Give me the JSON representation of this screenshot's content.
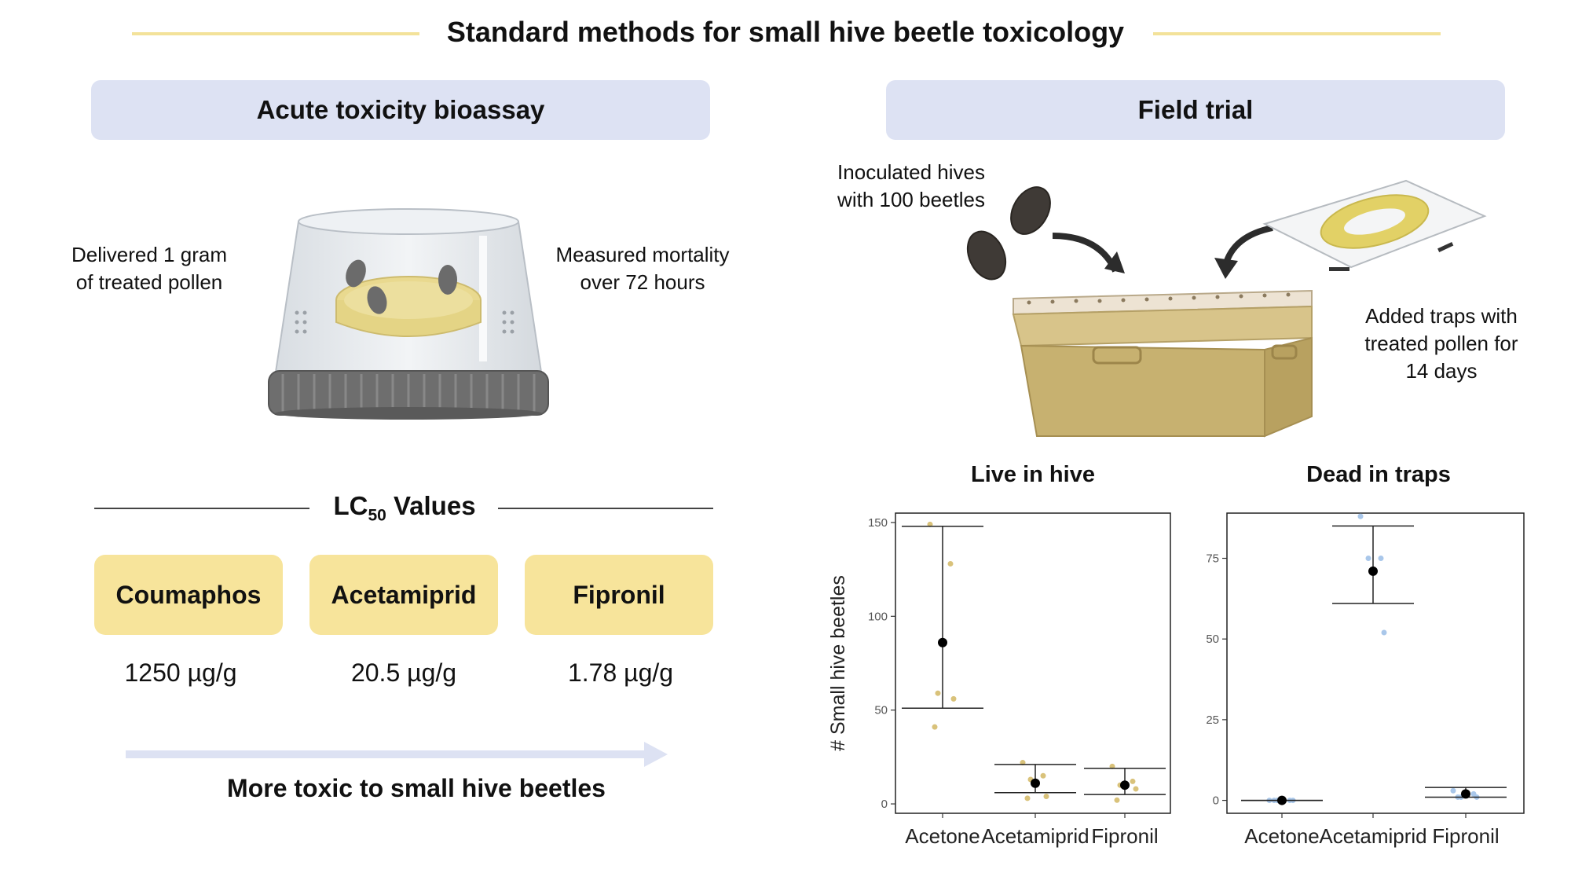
{
  "title": "Standard methods for small hive beetle toxicology",
  "left": {
    "header": "Acute toxicity bioassay",
    "caption_left": [
      "Delivered 1 gram",
      "of treated pollen"
    ],
    "caption_right": [
      "Measured mortality",
      "over 72 hours"
    ],
    "lc_title_main": "LC",
    "lc_title_sub": "50",
    "lc_title_suffix": " Values",
    "compounds": [
      {
        "name": "Coumaphos",
        "value": "1250 µg/g"
      },
      {
        "name": "Acetamiprid",
        "value": "20.5 µg/g"
      },
      {
        "name": "Fipronil",
        "value": "1.78 µg/g"
      }
    ],
    "arrow_label": "More toxic to small hive beetles"
  },
  "right": {
    "header": "Field trial",
    "caption_beetles": [
      "Inoculated hives",
      "with 100 beetles"
    ],
    "caption_traps": [
      "Added traps with",
      "treated pollen for",
      "14 days"
    ]
  },
  "colors": {
    "accent_line": "#f3e29a",
    "section_box": "#dde2f3",
    "compound_box": "#f7e49b",
    "live_points": "#d9c27a",
    "dead_points": "#a9c7ea"
  },
  "chart_data": [
    {
      "type": "scatter",
      "title": "Live in hive",
      "ylabel": "# Small hive beetles",
      "categories": [
        "Acetone",
        "Acetamiprid",
        "Fipronil"
      ],
      "ylim": [
        -5,
        155
      ],
      "yticks": [
        0,
        50,
        100,
        150
      ],
      "grid": false,
      "means": [
        86,
        11,
        10
      ],
      "ci_low": [
        51,
        6,
        5
      ],
      "ci_high": [
        148,
        21,
        19
      ],
      "points": [
        [
          149,
          128,
          59,
          56,
          41
        ],
        [
          22,
          15,
          13,
          4,
          3
        ],
        [
          20,
          12,
          10,
          8,
          2
        ]
      ]
    },
    {
      "type": "scatter",
      "title": "Dead in traps",
      "ylabel": "",
      "categories": [
        "Acetone",
        "Acetamiprid",
        "Fipronil"
      ],
      "ylim": [
        -4,
        89
      ],
      "yticks": [
        0,
        25,
        50,
        75
      ],
      "grid": false,
      "means": [
        0,
        71,
        2
      ],
      "ci_low": [
        0,
        61,
        1
      ],
      "ci_high": [
        0,
        85,
        4
      ],
      "points": [
        [
          0,
          0,
          0,
          0,
          0
        ],
        [
          88,
          75,
          75,
          52
        ],
        [
          3,
          2,
          1,
          1,
          1
        ]
      ]
    }
  ]
}
